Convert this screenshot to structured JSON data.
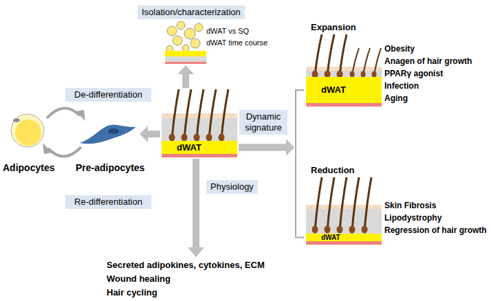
{
  "diagram": {
    "nodes": [
      {
        "text": [
          "Isolation/characterization"
        ]
      },
      {
        "text": [
          "De-differentiation"
        ]
      },
      {
        "text": [
          "Re-differentiation"
        ]
      },
      {
        "text": [
          "dWAT"
        ]
      },
      {
        "text": [
          "Dynamic signature"
        ]
      },
      {
        "text": [
          "dWAT"
        ]
      },
      {
        "text": [
          "dWAT"
        ]
      },
      {
        "text": [
          "Physiology"
        ]
      }
    ],
    "edges": [
      {
        "from": 3,
        "to": 5,
        "arrow": "to"
      },
      {
        "from": 3,
        "to": 6,
        "arrow": "to"
      }
    ],
    "labels": [
      "dWAT vs SQ",
      "dWAT time course",
      "Adipocytes",
      "Pre-adipocytes",
      "Expansion",
      "Obesity",
      "Anagen of hair growth",
      "PPARγ agonist",
      "Infection",
      "Aging",
      "Reduction",
      "Skin Fibrosis",
      "Lipodystrophy",
      "Regression of hair growth",
      "Secreted adipokines, cytokines, ECM",
      "Wound healing",
      "Hair cycling"
    ]
  }
}
